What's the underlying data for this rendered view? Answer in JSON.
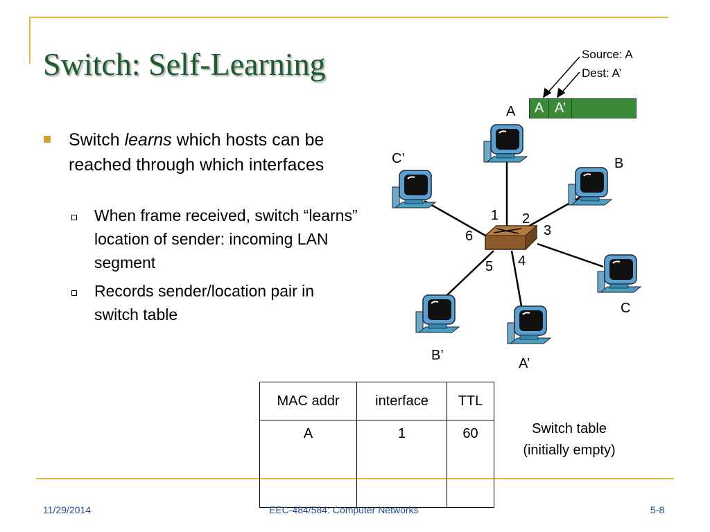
{
  "slide": {
    "title": "Switch: Self-Learning",
    "bullets": {
      "main": {
        "pre": "Switch ",
        "em": "learns",
        "post": " which hosts can be reached through which interfaces"
      },
      "sub": [
        "When frame received, switch “learns”  location of sender: incoming LAN segment",
        "Records sender/location pair in switch table"
      ]
    }
  },
  "diagram": {
    "annotation": {
      "source": "Source: A",
      "dest": "Dest: A’"
    },
    "frame": {
      "cells": [
        "A",
        "A’"
      ]
    },
    "hosts": {
      "A": "A",
      "B": "B",
      "C": "C",
      "A_prime": "A’",
      "B_prime": "B’",
      "C_prime": "C’"
    },
    "ports": [
      "1",
      "2",
      "3",
      "4",
      "5",
      "6"
    ]
  },
  "switch_table": {
    "headers": [
      "MAC addr",
      "interface",
      "TTL"
    ],
    "rows": [
      [
        "A",
        "1",
        "60"
      ]
    ],
    "caption": {
      "line1": "Switch table",
      "line2": "(initially empty)"
    }
  },
  "footer": {
    "date": "11/29/2014",
    "course": "EEC-484/584: Computer Networks",
    "page": "5-8"
  },
  "colors": {
    "title": "#1f5a2e",
    "accent": "#e8b64a",
    "frame_green": "#3a8a3a",
    "switch_brown": "#8b5a2b",
    "footer_blue": "#1f4a8a"
  }
}
